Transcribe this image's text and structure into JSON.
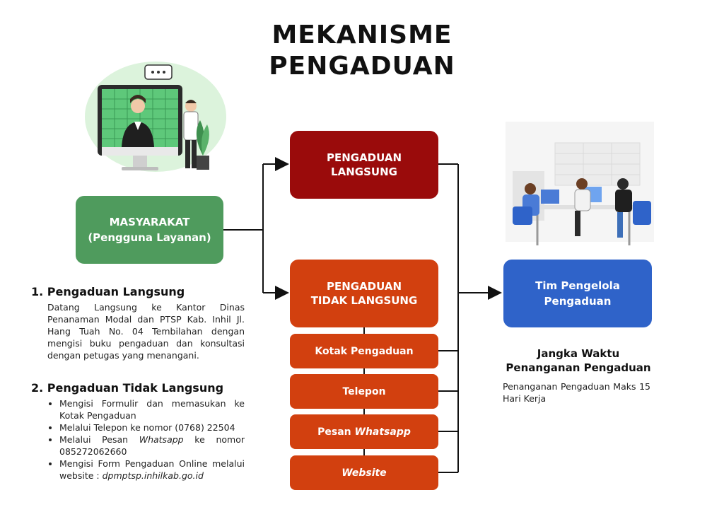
{
  "title_line1": "MEKANISME",
  "title_line2": "PENGADUAN",
  "masyarakat": {
    "line1": "MASYARAKAT",
    "line2": "(Pengguna Layanan)"
  },
  "langsung": {
    "line1": "PENGADUAN",
    "line2": "LANGSUNG"
  },
  "tidak_langsung": {
    "line1": "PENGADUAN",
    "line2": "TIDAK LANGSUNG"
  },
  "channels": {
    "kotak": "Kotak Pengaduan",
    "telepon": "Telepon",
    "pesan": "Pesan",
    "whatsapp": "Whatsapp",
    "website": "Website"
  },
  "tim": {
    "line1": "Tim Pengelola",
    "line2": "Pengaduan"
  },
  "section1": {
    "heading": "1. Pengaduan Langsung",
    "text": "Datang Langsung ke Kantor Dinas Penanaman Modal dan PTSP Kab. Inhil Jl. Hang Tuah No. 04 Tembilahan dengan mengisi buku pengaduan dan konsultasi dengan petugas yang menangani."
  },
  "section2": {
    "heading": "2. Pengaduan Tidak Langsung",
    "item1": "Mengisi Formulir dan memasukan ke Kotak Pengaduan",
    "item2": "Melalui Telepon ke nomor (0768) 22504",
    "item3_pre": "Melalui Pesan ",
    "item3_it": "Whatsapp",
    "item3_post": " ke nomor 085272062660",
    "item4_pre": "Mengisi Form Pengaduan Online melalui website : ",
    "item4_it": "dpmptsp.inhilkab.go.id"
  },
  "jangka": {
    "line1": "Jangka Waktu",
    "line2": "Penanganan Pengaduan",
    "desc": "Penanganan Pengaduan Maks 15 Hari Kerja"
  },
  "colors": {
    "masyarakat": "#4f9b5d",
    "langsung": "#9a0b0b",
    "tidak_langsung": "#d2400f",
    "tim": "#2f63c9"
  },
  "icons": [
    "chat-bubble-icon",
    "video-call-illustration",
    "team-meeting-illustration"
  ]
}
